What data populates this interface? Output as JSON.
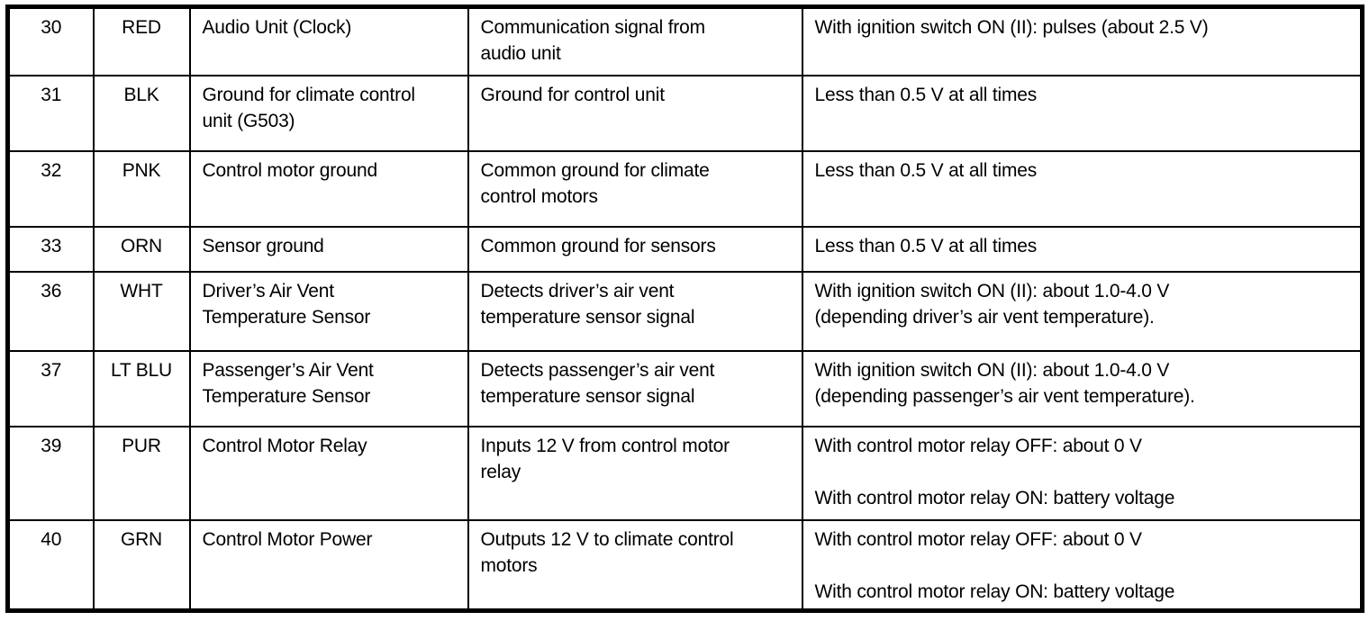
{
  "colors": {
    "background": "#ffffff",
    "text": "#000000",
    "border": "#000000"
  },
  "table": {
    "fields": [
      "pin",
      "wire_color",
      "terminal_name",
      "description",
      "signal"
    ],
    "rows": [
      {
        "pin": "30",
        "wire_color": "RED",
        "terminal_name": "Audio Unit (Clock)",
        "description": "Communication signal from\naudio unit",
        "signal": "With ignition switch ON (II): pulses (about 2.5 V)"
      },
      {
        "pin": "31",
        "wire_color": "BLK",
        "terminal_name": "Ground for climate control\nunit (G503)",
        "description": "Ground for control unit",
        "signal": "Less than 0.5 V at all times"
      },
      {
        "pin": "32",
        "wire_color": "PNK",
        "terminal_name": "Control motor ground",
        "description": "Common ground for climate\ncontrol motors",
        "signal": "Less than 0.5 V at all times"
      },
      {
        "pin": "33",
        "wire_color": "ORN",
        "terminal_name": "Sensor ground",
        "description": "Common ground for sensors",
        "signal": "Less than 0.5 V at all times"
      },
      {
        "pin": "36",
        "wire_color": "WHT",
        "terminal_name": "Driver’s Air Vent\nTemperature Sensor",
        "description": "Detects driver’s air vent\ntemperature sensor signal",
        "signal": "With ignition switch ON (II): about 1.0-4.0 V\n(depending driver’s air vent temperature)."
      },
      {
        "pin": "37",
        "wire_color": "LT BLU",
        "terminal_name": "Passenger’s Air Vent\nTemperature Sensor",
        "description": "Detects passenger’s air vent\ntemperature sensor signal",
        "signal": "With ignition switch ON (II): about 1.0-4.0 V\n(depending passenger’s air vent temperature)."
      },
      {
        "pin": "39",
        "wire_color": "PUR",
        "terminal_name": "Control Motor Relay",
        "description": "Inputs 12 V from control motor\nrelay",
        "signal": "With control motor relay OFF: about 0 V\n\nWith control motor relay ON: battery voltage"
      },
      {
        "pin": "40",
        "wire_color": "GRN",
        "terminal_name": "Control Motor Power",
        "description": "Outputs 12 V to climate control\nmotors",
        "signal": "With control motor relay OFF: about 0 V\n\nWith control motor relay ON: battery voltage"
      }
    ]
  }
}
